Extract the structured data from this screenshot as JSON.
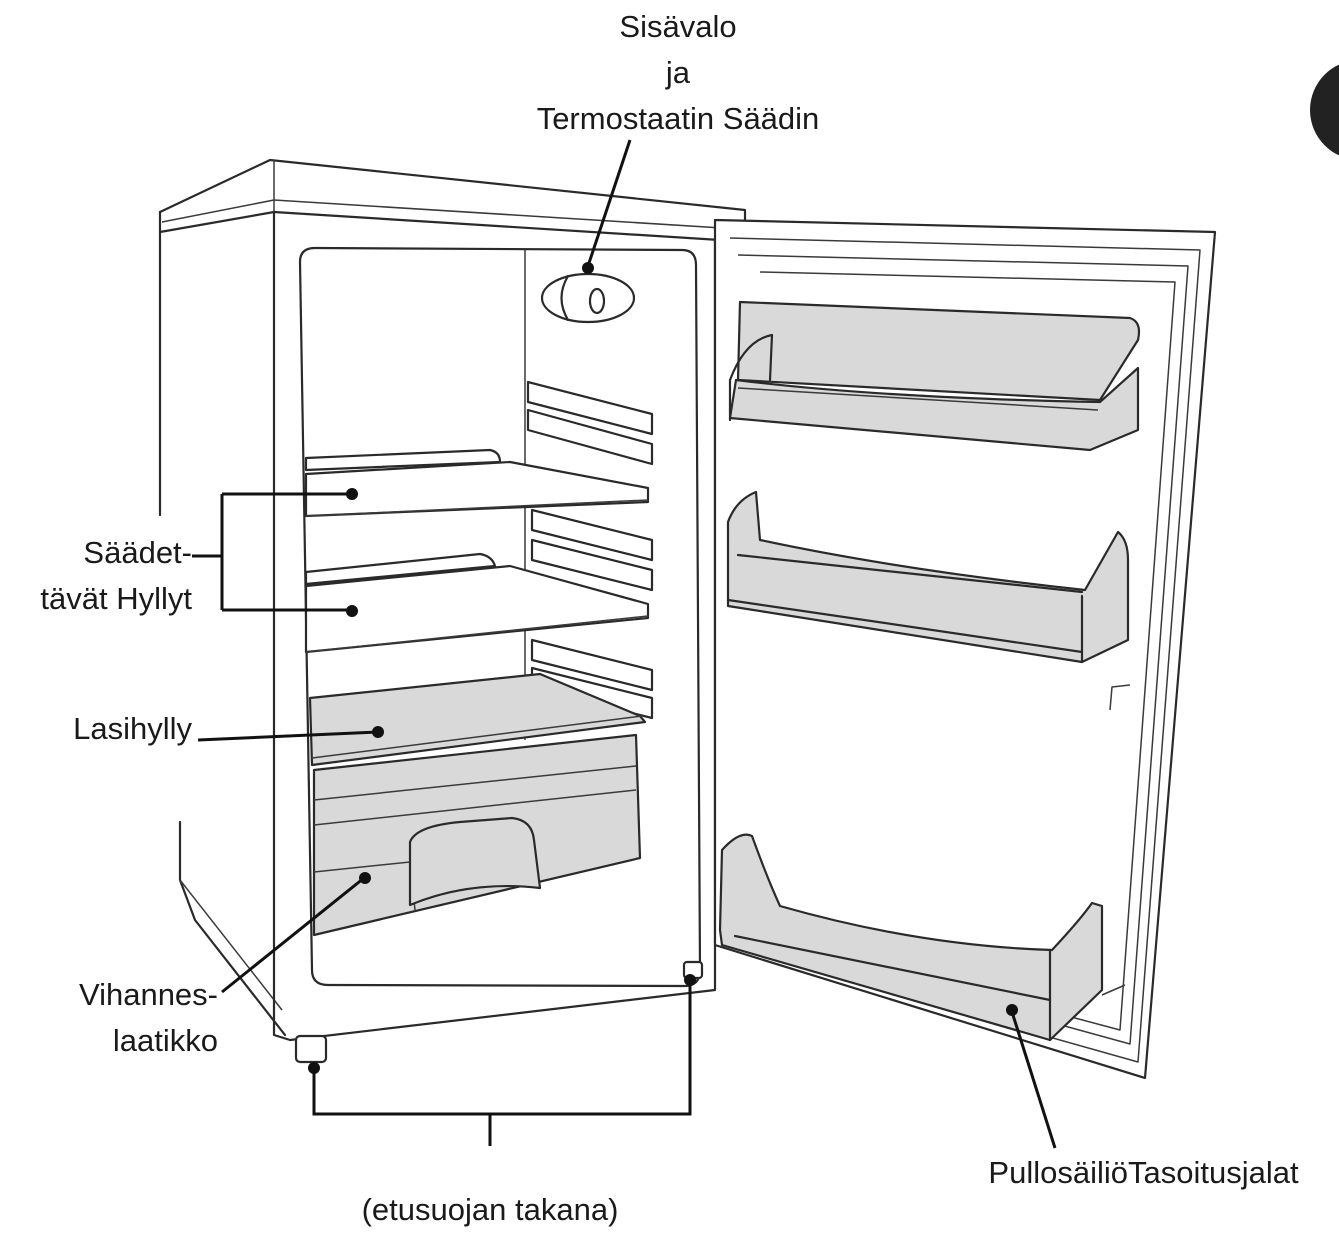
{
  "labels": {
    "interior_light_line1": "Sisävalo",
    "interior_light_line2": "ja",
    "interior_light_line3": "Termostaatin Säädin",
    "adjustable_shelves_line1": "Säädet-",
    "adjustable_shelves_line2": "tävät Hyllyt",
    "glass_shelf": "Lasihylly",
    "crisper_line1": "Vihannes-",
    "crisper_line2": "laatikko",
    "bottle_rack_and_feet": "PullosäiliöTasoitusjalat",
    "behind_front_cover": "(etusuojan takana)"
  },
  "colors": {
    "line": "#2a2a2a",
    "shaded_part": "#d9d9d9",
    "background": "#ffffff"
  }
}
